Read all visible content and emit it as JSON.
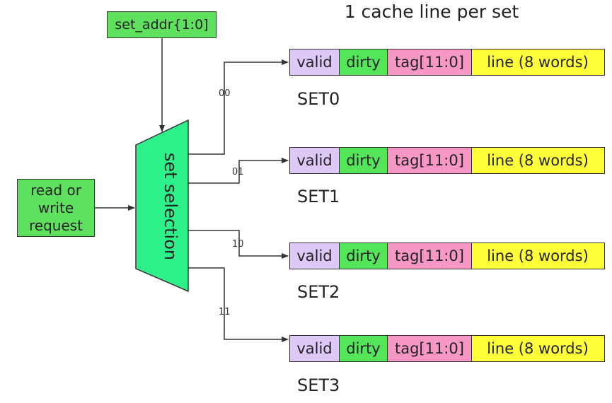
{
  "title": "1 cache line per set",
  "addr_input": "set_addr{1:0]",
  "request_input": [
    "read or",
    "write",
    "request"
  ],
  "mux_label": "set selection",
  "sets": [
    {
      "label": "SET0",
      "select": "00",
      "fields": {
        "valid": "valid",
        "dirty": "dirty",
        "tag": "tag[11:0]",
        "line": "line (8 words)"
      }
    },
    {
      "label": "SET1",
      "select": "01",
      "fields": {
        "valid": "valid",
        "dirty": "dirty",
        "tag": "tag[11:0]",
        "line": "line (8 words)"
      }
    },
    {
      "label": "SET2",
      "select": "10",
      "fields": {
        "valid": "valid",
        "dirty": "dirty",
        "tag": "tag[11:0]",
        "line": "line (8 words)"
      }
    },
    {
      "label": "SET3",
      "select": "11",
      "fields": {
        "valid": "valid",
        "dirty": "dirty",
        "tag": "tag[11:0]",
        "line": "line (8 words)"
      }
    }
  ],
  "colors": {
    "input_box": "#5fe05f",
    "mux": "#2ef08a",
    "valid": "#ddc8f8",
    "dirty": "#54e55a",
    "tag": "#f797c6",
    "line": "#ffff3a"
  }
}
